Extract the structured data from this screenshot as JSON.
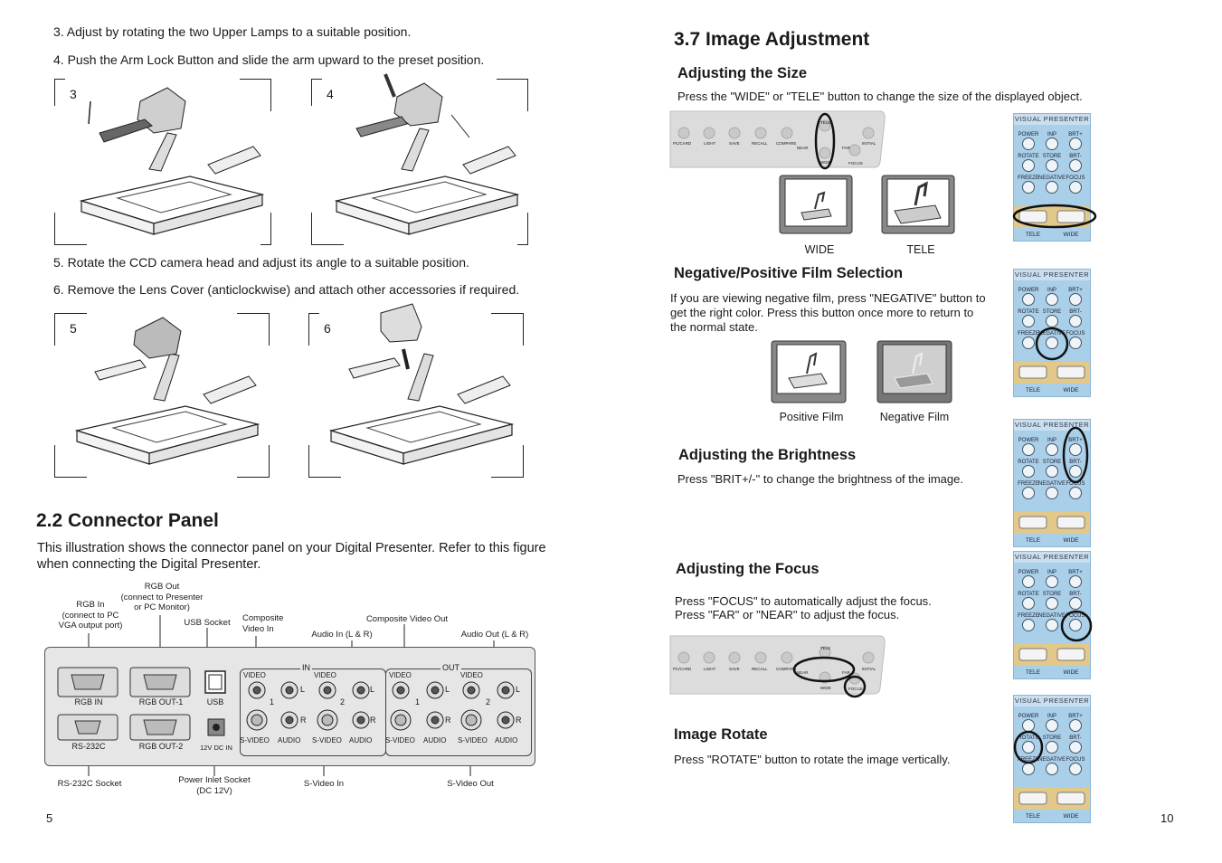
{
  "left_page": {
    "step3_text": "3. Adjust by rotating the two Upper Lamps to a suitable position.",
    "step4_text": "4. Push the Arm Lock Button and slide the arm upward to the preset position.",
    "step5_text": "5. Rotate the CCD camera head and adjust its angle to a suitable position.",
    "step6_text": "6. Remove the Lens Cover (anticlockwise) and attach other accessories if required.",
    "fig_labels": [
      "3",
      "4",
      "5",
      "6"
    ],
    "section_title": "2.2 Connector Panel",
    "section_intro": "This illustration shows the connector panel on your Digital Presenter. Refer to this figure when connecting the Digital Presenter.",
    "callouts_top": {
      "rgb_in": "RGB In\n(connect to PC\nVGA output port)",
      "rgb_out": "RGB Out\n(connect to Presenter\nor PC Monitor)",
      "usb_socket": "USB Socket",
      "composite_video_in": "Composite\nVideo In",
      "audio_in": "Audio In (L & R)",
      "composite_video_out": "Composite Video Out",
      "audio_out": "Audio Out (L & R)"
    },
    "callouts_bottom": {
      "rs232c_socket": "RS-232C Socket",
      "power_inlet": "Power Inlet Socket\n(DC 12V)",
      "svideo_in": "S-Video In",
      "svideo_out": "S-Video Out"
    },
    "panel_labels": {
      "rgb_in": "RGB IN",
      "rgb_out1": "RGB OUT-1",
      "usb": "USB",
      "rs232c": "RS-232C",
      "rgb_out2": "RGB OUT-2",
      "dc": "12V DC IN",
      "in": "IN",
      "out": "OUT",
      "video": "VIDEO",
      "svideo": "S-VIDEO",
      "audio": "AUDIO",
      "l": "L",
      "r": "R",
      "one": "1",
      "two": "2"
    },
    "page_number": "5"
  },
  "right_page": {
    "section_title": "3.7  Image Adjustment",
    "size": {
      "title": "Adjusting the Size",
      "text": "Press the \"WIDE\" or \"TELE\" button to change the size of the displayed object.",
      "wide_caption": "WIDE",
      "tele_caption": "TELE"
    },
    "film": {
      "title": "Negative/Positive Film Selection",
      "text": "If you are viewing negative film, press \"NEGATIVE\" button to get the right color. Press this button once more to return to the normal state.",
      "positive_caption": "Positive Film",
      "negative_caption": "Negative Film"
    },
    "brightness": {
      "title": "Adjusting the Brightness",
      "text": "Press \"BRIT+/-\" to change the brightness of the image."
    },
    "focus": {
      "title": "Adjusting the Focus",
      "line1": "Press \"FOCUS\" to automatically adjust the focus.",
      "line2": "Press \"FAR\" or \"NEAR\" to adjust the focus."
    },
    "rotate": {
      "title": "Image Rotate",
      "text": "Press \"ROTATE\" button to rotate the image vertically."
    },
    "remote": {
      "title": "VISUAL PRESENTER",
      "row1": [
        "POWER",
        "INP",
        "BRT+"
      ],
      "row2": [
        "ROTATE",
        "STORE",
        "BRT-"
      ],
      "row3": [
        "FREEZE",
        "NEGATIVE",
        "FOCUS"
      ],
      "row4": [
        "TELE",
        "WIDE"
      ]
    },
    "strip": {
      "labels": [
        "PC/CARD",
        "LIGHT",
        "SAVE",
        "RECALL",
        "COMPARE",
        "NEAR",
        "TELE",
        "WIDE",
        "FAR",
        "FOCUS",
        "INITIAL"
      ]
    },
    "page_number": "10"
  },
  "colors": {
    "ink": "#1a1a1a",
    "remote_blue": "#a9cfe9",
    "button_tan": "#e2c98a",
    "panel_gray": "#e6e6e6"
  }
}
